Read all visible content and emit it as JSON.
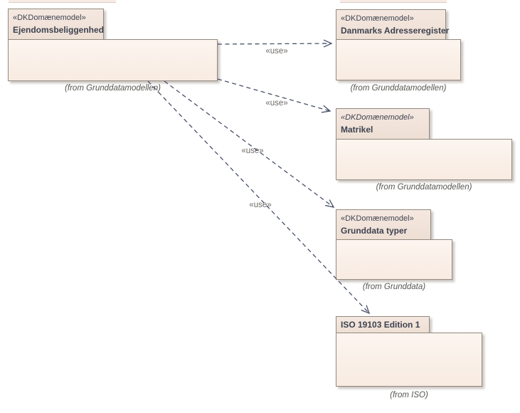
{
  "colors": {
    "background": "#ffffff",
    "package_tab_fill": "#f1e2d8",
    "package_body_fill": "#faf1ea",
    "package_border": "#92897f",
    "connector": "#475069",
    "name_text": "#3d4250",
    "muted_text": "#555550"
  },
  "packages": [
    {
      "stereotype": "«DKDomænemodel»",
      "name": "Ejendomsbeliggenhed",
      "origin": "(from Grunddatamodellen)"
    },
    {
      "stereotype": "«DKDomænemodel»",
      "name": "Danmarks Adresseregister",
      "origin": "(from Grunddatamodellen)"
    },
    {
      "stereotype": "«DKDomænemodel»",
      "name": "Matrikel",
      "origin": "(from Grunddatamodellen)"
    },
    {
      "stereotype": "«DKDomænemodel»",
      "name": "Grunddata typer",
      "origin": "(from Grunddata)"
    },
    {
      "name": "ISO 19103 Edition 1",
      "origin": "(from ISO)"
    }
  ],
  "connectors": [
    {
      "label": "«use»",
      "source": "Ejendomsbeliggenhed",
      "target": "Danmarks Adresseregister"
    },
    {
      "label": "«use»",
      "source": "Ejendomsbeliggenhed",
      "target": "Matrikel"
    },
    {
      "label": "«use»",
      "source": "Ejendomsbeliggenhed",
      "target": "Grunddata typer"
    },
    {
      "label": "«use»",
      "source": "Ejendomsbeliggenhed",
      "target": "ISO 19103 Edition 1"
    }
  ]
}
